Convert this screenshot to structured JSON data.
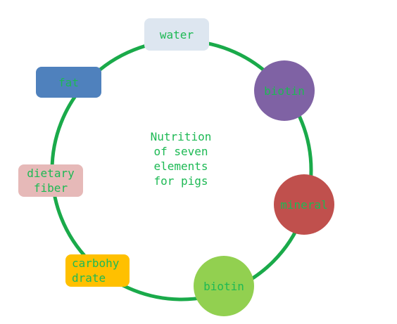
{
  "diagram": {
    "center_title": "Nutrition\nof seven\nelements\n for pigs",
    "text_color": "#1db954",
    "ring_color": "#1aaa4a",
    "nodes": [
      {
        "id": "water",
        "label": "water",
        "shape": "rounded-rect",
        "fill": "#dde6f0"
      },
      {
        "id": "biotin1",
        "label": "biotin",
        "shape": "circle",
        "fill": "#7f62a4"
      },
      {
        "id": "mineral",
        "label": "mineral",
        "shape": "circle",
        "fill": "#c0504d"
      },
      {
        "id": "biotin2",
        "label": "biotin",
        "shape": "circle",
        "fill": "#92d050"
      },
      {
        "id": "carbo",
        "label": "carbohy\ndrate",
        "shape": "rounded-rect",
        "fill": "#ffc000"
      },
      {
        "id": "fiber",
        "label": "dietary\nfiber",
        "shape": "rounded-rect",
        "fill": "#e6b9b8"
      },
      {
        "id": "fat",
        "label": "fat",
        "shape": "rounded-rect",
        "fill": "#4f81bd"
      }
    ]
  }
}
